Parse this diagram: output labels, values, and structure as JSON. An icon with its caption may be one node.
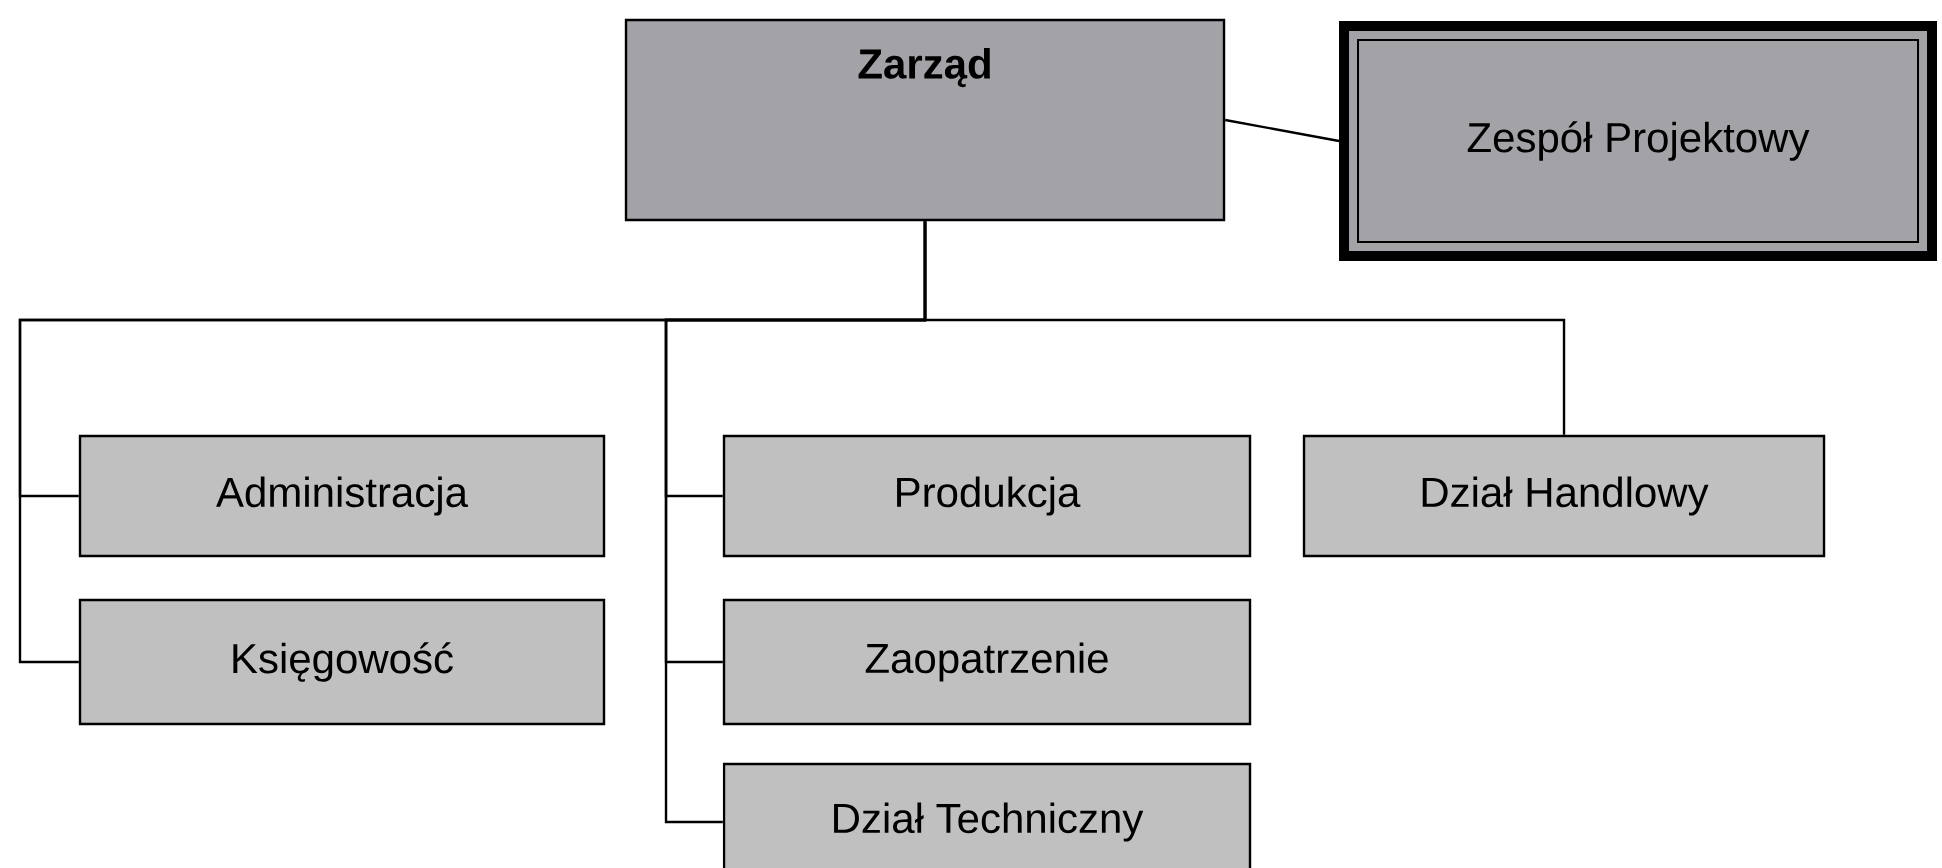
{
  "diagram": {
    "nodes": [
      {
        "text": [
          "Zarząd"
        ]
      },
      {
        "text": [
          "Zespół Projektowy"
        ]
      },
      {
        "text": [
          "Administracja"
        ]
      },
      {
        "text": [
          "Księgowość"
        ]
      },
      {
        "text": [
          "Produkcja"
        ]
      },
      {
        "text": [
          "Zaopatrzenie"
        ]
      },
      {
        "text": [
          "Dział Techniczny"
        ]
      },
      {
        "text": [
          "Dział Handlowy"
        ]
      }
    ],
    "edges": [
      {
        "from": 0,
        "to": 1,
        "arrow": "none"
      },
      {
        "from": 0,
        "to": 2,
        "arrow": "none"
      },
      {
        "from": 0,
        "to": 3,
        "arrow": "none"
      },
      {
        "from": 0,
        "to": 4,
        "arrow": "none"
      },
      {
        "from": 0,
        "to": 5,
        "arrow": "none"
      },
      {
        "from": 0,
        "to": 6,
        "arrow": "none"
      },
      {
        "from": 0,
        "to": 7,
        "arrow": "none"
      }
    ]
  }
}
